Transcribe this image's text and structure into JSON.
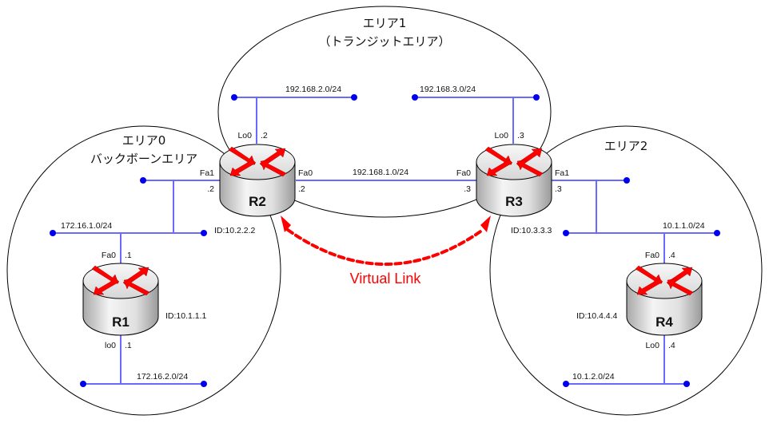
{
  "areas": [
    {
      "id": "area0",
      "title": "エリア0",
      "subtitle": "バックボーンエリア"
    },
    {
      "id": "area1",
      "title": "エリア1",
      "subtitle": "（トランジットエリア）"
    },
    {
      "id": "area2",
      "title": "エリア2",
      "subtitle": ""
    }
  ],
  "routers": [
    {
      "name": "R1",
      "router_id": "ID:10.1.1.1"
    },
    {
      "name": "R2",
      "router_id": "ID:10.2.2.2"
    },
    {
      "name": "R3",
      "router_id": "ID:10.3.3.3"
    },
    {
      "name": "R4",
      "router_id": "ID:10.4.4.4"
    }
  ],
  "networks": {
    "n192_168_2": "192.168.2.0/24",
    "n192_168_3": "192.168.3.0/24",
    "n192_168_1": "192.168.1.0/24",
    "n172_16_1": "172.16.1.0/24",
    "n172_16_2": "172.16.2.0/24",
    "n10_1_1": "10.1.1.0/24",
    "n10_1_2": "10.1.2.0/24"
  },
  "interfaces": {
    "r2_lo0": {
      "name": "Lo0",
      "addr": ".2"
    },
    "r2_fa1": {
      "name": "Fa1",
      "addr": ".2"
    },
    "r2_fa0": {
      "name": "Fa0",
      "addr": ".2"
    },
    "r3_lo0": {
      "name": "Lo0",
      "addr": ".3"
    },
    "r3_fa0": {
      "name": "Fa0",
      "addr": ".3"
    },
    "r3_fa1": {
      "name": "Fa1",
      "addr": ".3"
    },
    "r1_fa0": {
      "name": "Fa0",
      "addr": ".1"
    },
    "r1_lo0": {
      "name": "lo0",
      "addr": ".1"
    },
    "r4_fa0": {
      "name": "Fa0",
      "addr": ".4"
    },
    "r4_lo0": {
      "name": "Lo0",
      "addr": ".4"
    }
  },
  "virtual_link": {
    "label": "Virtual Link",
    "color": "#ff0000"
  },
  "colors": {
    "network_line": "#6a6aff",
    "endpoint": "#0000ee",
    "router_arrow": "#ff0000"
  }
}
